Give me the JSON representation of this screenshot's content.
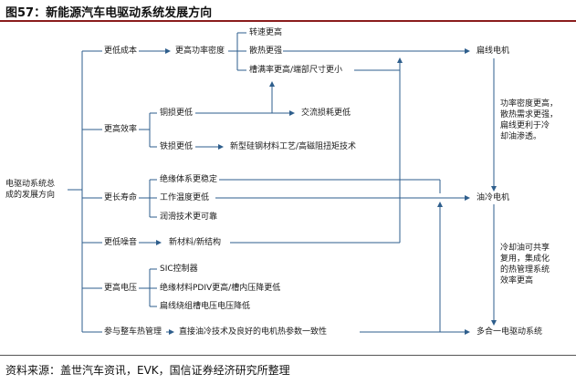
{
  "title": "图57：新能源汽车电驱动系统发展方向",
  "source": "资料来源：盖世汽车资讯，EVK，国信证券经济研究所整理",
  "colors": {
    "rule": "#8a1c1c",
    "line": "#2e5e8c",
    "text": "#1a1a1a"
  },
  "root": "电驱动系统总\n成的发展方向",
  "categories": {
    "cost": "更低成本",
    "efficiency": "更高效率",
    "life": "更长寿命",
    "noise": "更低噪音",
    "voltage": "更高电压",
    "thermal": "参与整车热管理"
  },
  "items": {
    "power_density": "更高功率密度",
    "faster": "转速更高",
    "cooling": "散热更强",
    "slot_fill": "槽满率更高/端部尺寸更小",
    "copper_loss": "铜损更低",
    "ac_loss": "交流损耗更低",
    "iron_loss": "铁损更低",
    "silicon_steel": "新型硅钢材料工艺/高磁阻扭矩技术",
    "insulation": "绝缘体系更稳定",
    "temp": "工作温度更低",
    "lubrication": "润滑技术更可靠",
    "materials": "新材料/新结构",
    "sic": "SIC控制器",
    "pdiv": "绝缘材料PDIV更高/槽内压降更低",
    "flat_wire": "扁线绕组槽电压电压降低",
    "direct_oil": "直接油冷技术及良好的电机热参数一致性"
  },
  "outcomes": {
    "flat_motor": "扁线电机",
    "oil_motor": "油冷电机",
    "integrated": "多合一电驱动系统"
  },
  "notes": {
    "note1": "功率密度更高，\n散热需求更强，\n扁线更利于冷\n却油渗透。",
    "note2": "冷却油可共享\n复用，集成化\n的热管理系统\n效率更高"
  }
}
